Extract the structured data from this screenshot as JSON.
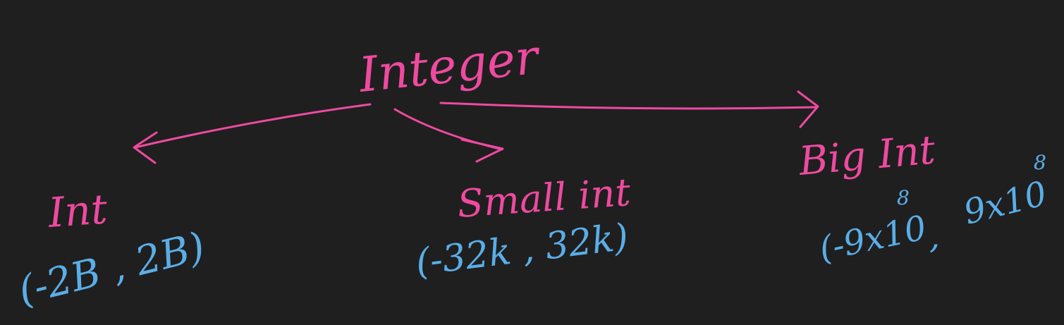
{
  "diagram": {
    "root": {
      "label": "Integer"
    },
    "children": [
      {
        "label": "Int",
        "range": "(-2B , 2B)"
      },
      {
        "label": "Small int",
        "range": "(-32k , 32k)"
      },
      {
        "label": "Big Int",
        "range": "(-9x10",
        "range_exp": "8",
        "range_sep": ",",
        "range_upper": "9x10",
        "range_upper_exp": "8"
      }
    ]
  },
  "colors": {
    "background": "#1f1f1f",
    "label_ink": "#ee4aa0",
    "range_ink": "#5aaee8"
  }
}
